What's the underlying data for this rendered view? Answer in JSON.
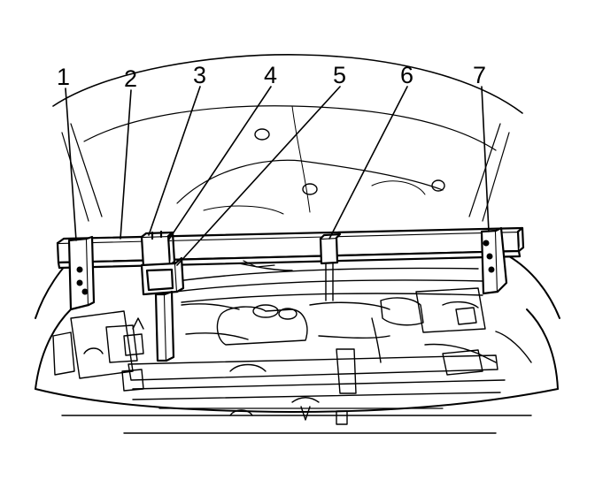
{
  "diagram": {
    "callouts": [
      {
        "id": "1",
        "label": "1"
      },
      {
        "id": "2",
        "label": "2"
      },
      {
        "id": "3",
        "label": "3"
      },
      {
        "id": "4",
        "label": "4"
      },
      {
        "id": "5",
        "label": "5"
      },
      {
        "id": "6",
        "label": "6"
      },
      {
        "id": "7",
        "label": "7"
      }
    ],
    "colors": {
      "ink": "#000000",
      "paper": "#ffffff"
    }
  }
}
